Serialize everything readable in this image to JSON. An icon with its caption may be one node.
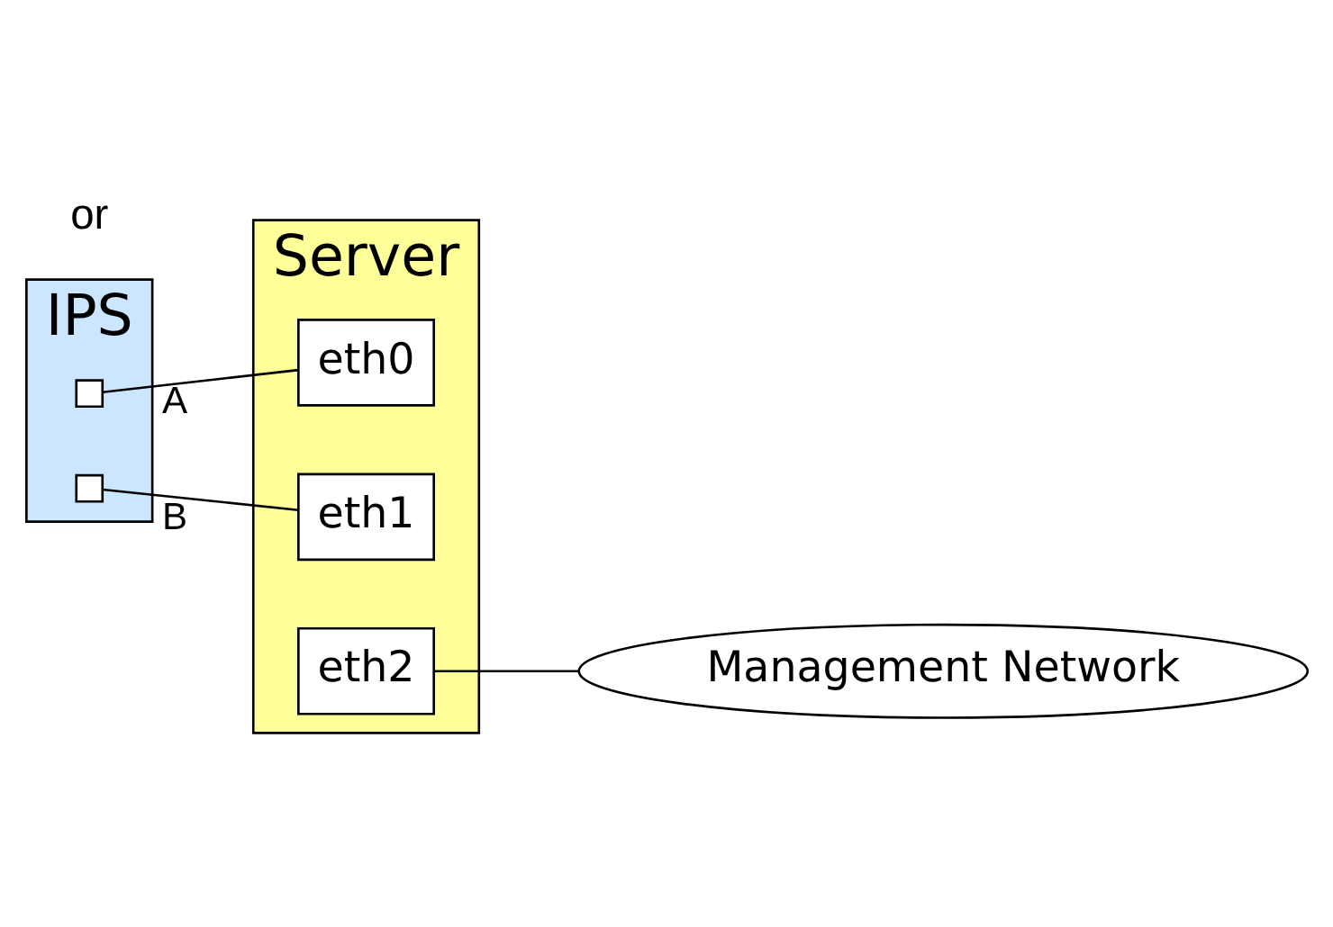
{
  "diagram": {
    "nodes": [
      {
        "text": [
          "IPS"
        ]
      },
      {
        "text": [],
        "shape": "box",
        "in": 0
      },
      {
        "text": [],
        "shape": "box",
        "in": 0
      },
      {
        "text": [
          "Server"
        ]
      },
      {
        "text": [
          "eth0"
        ],
        "in": 3
      },
      {
        "text": [
          "eth1"
        ],
        "in": 3
      },
      {
        "text": [
          "eth2"
        ],
        "in": 3
      },
      {
        "text": [
          "Management Network"
        ]
      }
    ],
    "edges": [
      {
        "from": 1,
        "to": 4,
        "arrow": "none",
        "label": "A"
      },
      {
        "from": 2,
        "to": 5,
        "arrow": "none",
        "label": "B"
      },
      {
        "from": 6,
        "to": 7,
        "arrow": "none"
      }
    ],
    "labels": [
      "or"
    ]
  }
}
